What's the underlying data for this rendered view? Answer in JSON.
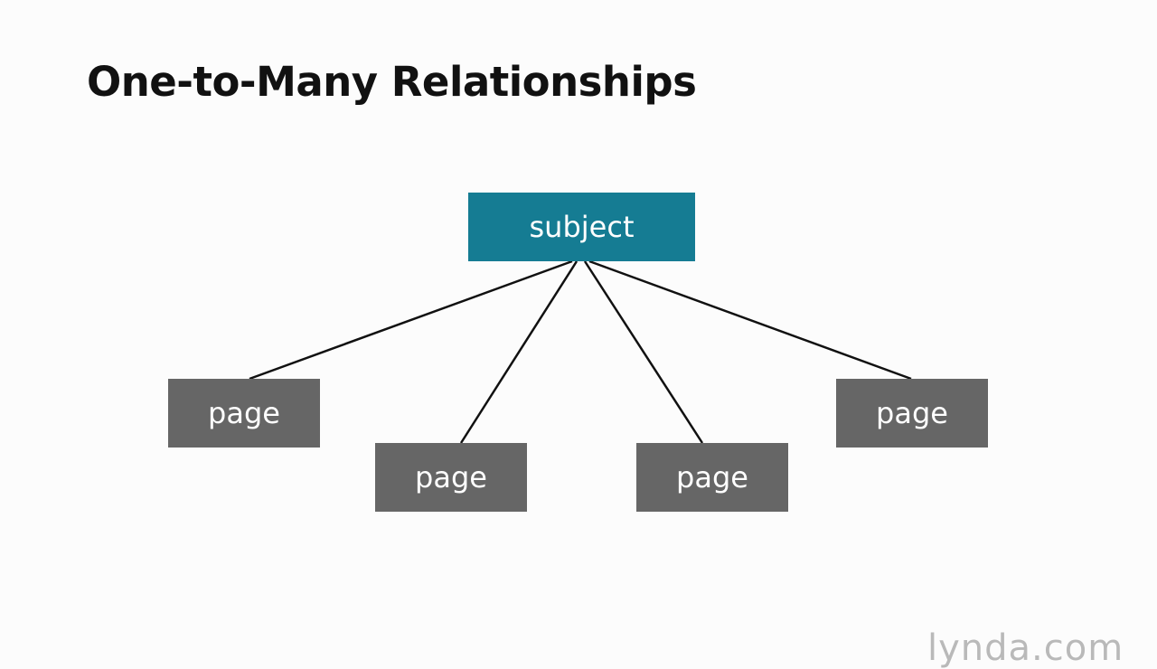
{
  "title": "One-to-Many Relationships",
  "diagram": {
    "parent": {
      "label": "subject",
      "color": "#157c93"
    },
    "children": [
      {
        "label": "page",
        "color": "#666666"
      },
      {
        "label": "page",
        "color": "#666666"
      },
      {
        "label": "page",
        "color": "#666666"
      },
      {
        "label": "page",
        "color": "#666666"
      }
    ],
    "edges": [
      {
        "from": "subject",
        "to": "page 1"
      },
      {
        "from": "subject",
        "to": "page 2"
      },
      {
        "from": "subject",
        "to": "page 3"
      },
      {
        "from": "subject",
        "to": "page 4"
      }
    ],
    "line_color": "#111111"
  },
  "watermark": "lynda.com"
}
